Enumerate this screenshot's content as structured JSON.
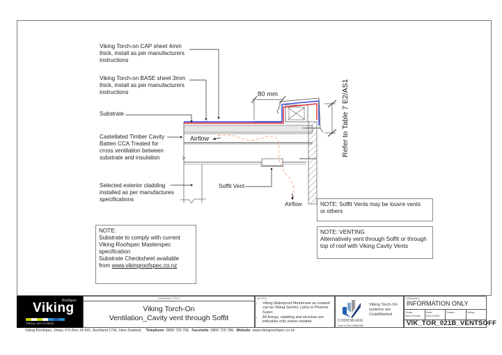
{
  "drawing": {
    "labels": {
      "cap_sheet": "Viking Torch-on CAP sheet 4mm\nthick, install as per manufacturers\ninstructions",
      "base_sheet": "Viking Torch-on BASE sheet 3mm\nthick, install as per manufacturers\ninstructions",
      "substrate": "Substrate",
      "batten": "Castellated Timber Cavity\nBatten CCA Treated for\ncross ventilation between\nsubstrate and insulation",
      "cladding": "Selected exterior cladding\ninstalled as per manufactures\nspecifications",
      "airflow_top": "Airflow",
      "airflow_bottom": "Airflow",
      "soffit_vent": "Soffit Vent",
      "dimension": "80 mm",
      "reference": "Refer to Table 7 E2/AS1"
    },
    "notes": {
      "substrate_note_title": "NOTE:",
      "substrate_note_body": "Substrate to comply with current\nViking Roofspec Masterspec\nspecification\nSubstrate Checksheet available\nfrom ",
      "substrate_note_link": "www.vikingroofspec.co.nz",
      "soffit_note": "NOTE: Soffit Vents may be louvre vents\nor others",
      "venting_note": "NOTE: VENTING\nAlternatively vent through Soffit or through\ntop of roof with Viking Cavity Vents"
    },
    "colors": {
      "cap_sheet": "#2b3bd6",
      "base_sheet": "#e0282a",
      "airflow": "#f0a27a"
    }
  },
  "title_block": {
    "logo": {
      "word": "Viking",
      "sub": "Roofspec",
      "tagline": "Taking care of detail",
      "bar_colors": [
        "#c8d400",
        "#ffffff",
        "#c8d400",
        "#ffffff",
        "#1e8fd6",
        "#1e5fb0",
        "#1e8fd6"
      ]
    },
    "drawing_title_caption": "DRAWING TITLE",
    "drawing_title_line1": "Viking Torch-On",
    "drawing_title_line2": "Ventilation_Cavity vent through Soffit",
    "notes_caption": "NOTES:",
    "notes": [
      "Viking Waterproof Membrane as notated can be Viking Gemini, Lybra or Phoenix Super.",
      "All fixings, cladding and structure are indicative only unless notated."
    ],
    "codemark": {
      "name": "CODEMARK",
      "cert": "Cert # GM-CM30092",
      "text": "Viking Torch-On\nsystems are\nCodeMarked"
    },
    "drawing_caption": "DRAWING",
    "status": "INFORMATION ONLY",
    "scale_label": "Scale:",
    "scale_value": "Not to Scale",
    "date_label": "Date:",
    "date_value": "23/11/2020",
    "drawn_label": "Drawn:",
    "drawn_value": "",
    "company_label": "Viking",
    "drawing_no_caption": "Drawing No.",
    "drawing_no": "VIK_TOR_021B_VENTSOFF"
  },
  "footer": {
    "address": "Viking Roofspec, Otara, P.O.Box 14-541, Auckland 1741, New Zealand,",
    "telephone_label": "Telephone",
    "telephone": "0800 729 799,",
    "facsimile_label": "Facsimile",
    "facsimile": "0800 729 788,",
    "website_label": "Website",
    "website": "www.vikingroofspec.co.nz"
  }
}
